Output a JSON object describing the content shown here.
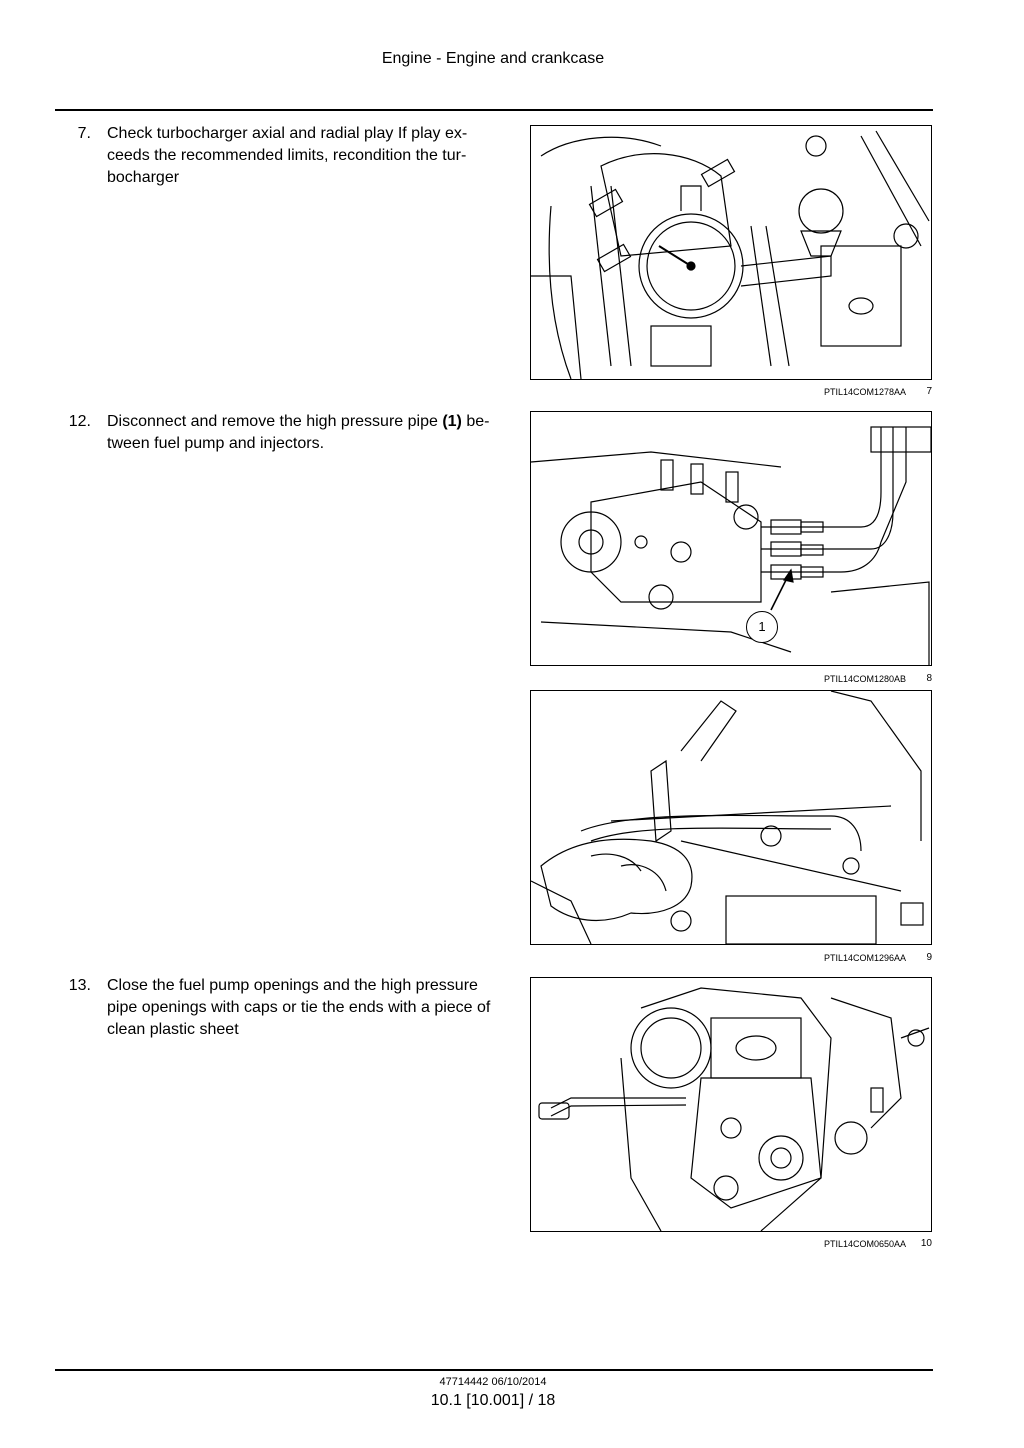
{
  "header": {
    "title": "Engine - Engine and crankcase"
  },
  "steps": [
    {
      "number": "7.",
      "text": "Check turbocharger axial and radial play If play ex-ceeds the recommended limits, recondition the tur-bocharger"
    },
    {
      "number": "12.",
      "text_before": "Disconnect and remove the high pressure pipe ",
      "bold": "(1)",
      "text_after": " be-tween fuel pump and injectors."
    },
    {
      "number": "13.",
      "text": "Close the fuel pump openings and the high pressure pipe openings with caps or tie the ends with a piece of clean plastic sheet"
    }
  ],
  "figures": [
    {
      "code": "PTIL14COM1278AA",
      "number": "7"
    },
    {
      "code": "PTIL14COM1280AB",
      "number": "8",
      "callout": "1"
    },
    {
      "code": "PTIL14COM1296AA",
      "number": "9"
    },
    {
      "code": "PTIL14COM0650AA",
      "number": "10"
    }
  ],
  "footer": {
    "doc_line": "47714442 06/10/2014",
    "page_line": "10.1 [10.001] / 18"
  }
}
